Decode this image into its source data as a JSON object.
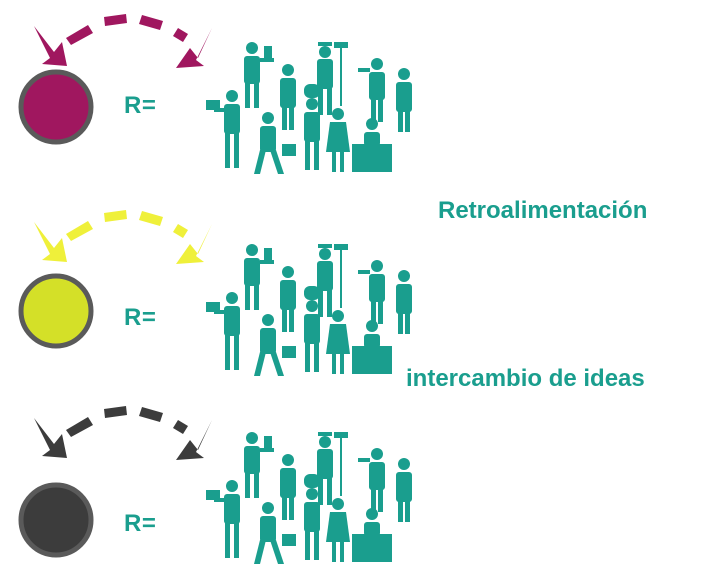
{
  "rows": [
    {
      "r_label": "R=",
      "color": "#a0175f",
      "icon": "crowd-of-workers-icon"
    },
    {
      "r_label": "R=",
      "color": "#d4e028",
      "arrow_color": "#eff03a",
      "icon": "crowd-of-workers-icon"
    },
    {
      "r_label": "R=",
      "color": "#3c3c3c",
      "icon": "crowd-of-workers-icon"
    }
  ],
  "captions": {
    "retro": "Retroalimentación",
    "ideas": "intercambio de ideas"
  },
  "colors": {
    "teal": "#1a9e8e",
    "ring": "#5a5a5a"
  }
}
